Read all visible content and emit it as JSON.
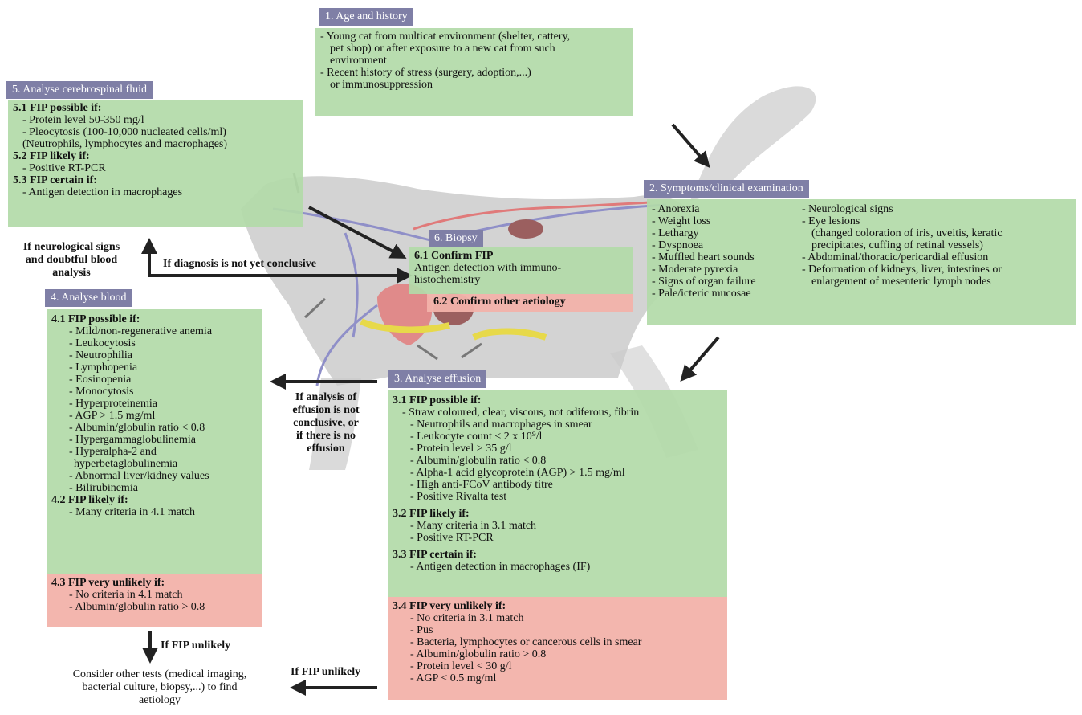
{
  "colors": {
    "header": "#7f7fa6",
    "green": "#b2daa8",
    "red": "#f2b2aa",
    "cat": "#c9c9c9"
  },
  "section1": {
    "title": "1. Age and history",
    "lines": [
      "- Young cat from multicat environment (shelter, cattery,",
      "pet shop) or after exposure to a new cat from such",
      "environment",
      "- Recent history of stress (surgery, adoption,...)",
      "or immunosuppression"
    ]
  },
  "section2": {
    "title": "2. Symptoms/clinical examination",
    "col1": [
      "- Anorexia",
      "- Weight loss",
      "- Lethargy",
      "- Dyspnoea",
      "- Muffled heart sounds",
      "- Moderate pyrexia",
      "- Signs of organ failure",
      "- Pale/icteric mucosae"
    ],
    "col2": [
      "- Neurological signs",
      "- Eye lesions",
      "(changed coloration of iris, uveitis, keratic",
      "precipitates, cuffing of retinal vessels)",
      "- Abdominal/thoracic/pericardial effusion",
      "- Deformation of kidneys, liver, intestines or",
      "enlargement of mesenteric lymph nodes"
    ]
  },
  "section3": {
    "title": "3. Analyse effusion",
    "h31": "3.1 FIP possible if:",
    "l31": [
      "- Straw coloured, clear, viscous, not odiferous, fibrin",
      "- Neutrophils and macrophages in smear",
      "- Leukocyte count < 2 x 10⁹/l",
      "- Protein level > 35 g/l",
      "- Albumin/globulin ratio < 0.8",
      "- Alpha-1 acid glycoprotein (AGP) > 1.5 mg/ml",
      "- High anti-FCoV antibody titre",
      "- Positive Rivalta test"
    ],
    "h32": "3.2 FIP likely if:",
    "l32": [
      "- Many criteria in 3.1 match",
      "- Positive RT-PCR"
    ],
    "h33": "3.3 FIP certain if:",
    "l33": [
      "- Antigen detection in macrophages (IF)"
    ],
    "h34": "3.4 FIP very unlikely if:",
    "l34": [
      "- No criteria in 3.1 match",
      "- Pus",
      "- Bacteria, lymphocytes or cancerous cells in smear",
      "- Albumin/globulin ratio > 0.8",
      "- Protein level < 30 g/l",
      "- AGP < 0.5 mg/ml"
    ]
  },
  "section4": {
    "title": "4. Analyse blood",
    "h41": "4.1 FIP possible if:",
    "l41": [
      "- Mild/non-regenerative anemia",
      "- Leukocytosis",
      "- Neutrophilia",
      "- Lymphopenia",
      "- Eosinopenia",
      "- Monocytosis",
      "- Hyperproteinemia",
      "- AGP > 1.5 mg/ml",
      "- Albumin/globulin ratio < 0.8",
      "- Hypergammaglobulinemia",
      "- Hyperalpha-2 and",
      "hyperbetaglobulinemia",
      "- Abnormal liver/kidney values",
      "- Bilirubinemia"
    ],
    "h42": "4.2 FIP likely if:",
    "l42": [
      "- Many criteria in 4.1 match"
    ],
    "h43": "4.3 FIP very unlikely if:",
    "l43": [
      "- No criteria in 4.1 match",
      "- Albumin/globulin ratio > 0.8"
    ]
  },
  "section5": {
    "title": "5. Analyse cerebrospinal fluid",
    "h51": "5.1 FIP possible if:",
    "l51": [
      "- Protein level 50-350 mg/l",
      "- Pleocytosis (100-10,000 nucleated cells/ml)",
      "(Neutrophils, lymphocytes and macrophages)"
    ],
    "h52": "5.2 FIP likely if:",
    "l52": [
      "- Positive RT-PCR"
    ],
    "h53": "5.3 FIP certain if:",
    "l53": [
      "- Antigen detection in macrophages"
    ]
  },
  "section6": {
    "title": "6. Biopsy",
    "h61": "6.1 Confirm FIP",
    "l61": [
      "Antigen detection with immuno-",
      "histochemistry"
    ],
    "h62": "6.2 Confirm other aetiology"
  },
  "labels": {
    "neuro": [
      "If neurological signs",
      "and doubtful blood",
      "analysis"
    ],
    "not_conclusive": "If diagnosis is not yet conclusive",
    "effusion": [
      "If analysis of",
      "effusion is not",
      "conclusive, or",
      "if there is no",
      "effusion"
    ],
    "fip_unlikely_1": "If FIP unlikely",
    "fip_unlikely_2": "If FIP unlikely",
    "consider": [
      "Consider other tests (medical imaging,",
      "bacterial culture, biopsy,...) to find",
      "aetiology"
    ]
  }
}
